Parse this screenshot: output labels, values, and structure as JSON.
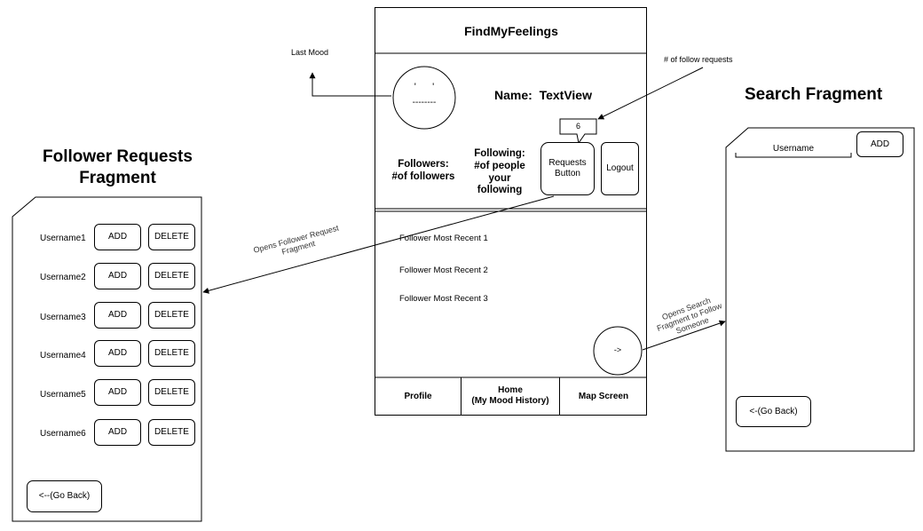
{
  "phone": {
    "app_title": "FindMyFeelings",
    "face": {
      "eyes": "'      '",
      "mouth": "--------"
    },
    "name_label": "Name:  TextView",
    "followers": "Followers:\n#of followers",
    "following": "Following:\n#of people\nyour\nfollowing",
    "request_count": "6",
    "requests_button": "Requests\nButton",
    "logout_button": "Logout",
    "feed": [
      "Follower Most Recent 1",
      "Follower Most Recent 2",
      "Follower Most Recent 3"
    ],
    "fab_label": "->",
    "nav": {
      "profile": "Profile",
      "home": "Home\n(My Mood History)",
      "map": "Map Screen"
    }
  },
  "annotations": {
    "last_mood": "Last Mood",
    "follow_requests": "# of follow requests",
    "opens_follower": "Opens Follower Request\nFragment",
    "opens_search": "Opens Search\nFragment to Follow\nSomeone"
  },
  "follower_fragment": {
    "title": "Follower Requests\nFragment",
    "rows": [
      {
        "username": "Username1",
        "add": "ADD",
        "delete": "DELETE"
      },
      {
        "username": "Username2",
        "add": "ADD",
        "delete": "DELETE"
      },
      {
        "username": "Username3",
        "add": "ADD",
        "delete": "DELETE"
      },
      {
        "username": "Username4",
        "add": "ADD",
        "delete": "DELETE"
      },
      {
        "username": "Username5",
        "add": "ADD",
        "delete": "DELETE"
      },
      {
        "username": "Username6",
        "add": "ADD",
        "delete": "DELETE"
      }
    ],
    "back": "<--(Go Back)"
  },
  "search_fragment": {
    "title": "Search Fragment",
    "username_placeholder": "Username",
    "add": "ADD",
    "back": "<-(Go Back)"
  },
  "colors": {
    "line": "#000000",
    "background": "#ffffff",
    "divider": "#000000"
  }
}
